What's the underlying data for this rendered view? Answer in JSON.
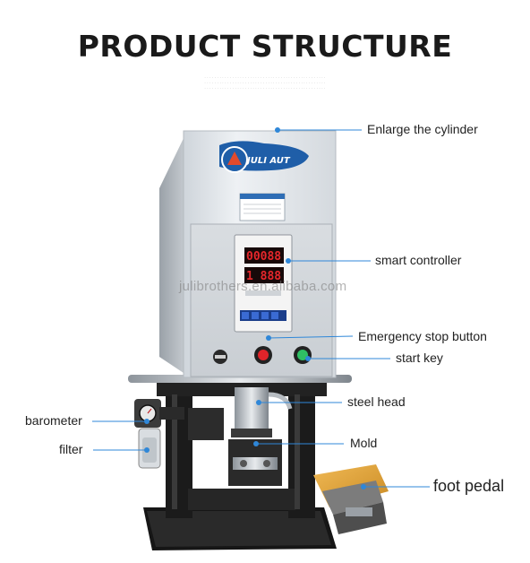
{
  "title": "PRODUCT STRUCTURE",
  "brand_plate": "JULI AUT",
  "watermark": "julibrothers.en.alibaba.com",
  "labels": {
    "cylinder": "Enlarge the cylinder",
    "controller": "smart controller",
    "estop": "Emergency stop button",
    "start": "start key",
    "steel_head": "steel head",
    "barometer": "barometer",
    "filter": "filter",
    "mold": "Mold",
    "pedal": "foot pedal"
  },
  "controller_display": {
    "top": "00088",
    "bottom": "1 888"
  },
  "colors": {
    "callout": "#2f87d8",
    "housing": "#e7ebef",
    "frame": "#1b1b1b",
    "pedal": "#e0a23a",
    "display": "#e6262b"
  }
}
